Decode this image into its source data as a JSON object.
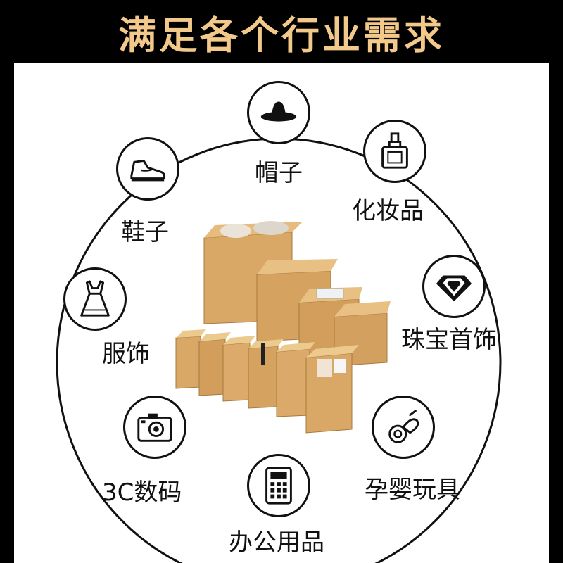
{
  "header": {
    "title": "满足各个行业需求"
  },
  "categories": [
    {
      "label": "帽子",
      "icon": "hat-icon"
    },
    {
      "label": "化妆品",
      "icon": "perfume-bottle-icon"
    },
    {
      "label": "珠宝首饰",
      "icon": "diamond-icon"
    },
    {
      "label": "孕婴玩具",
      "icon": "pacifier-icon"
    },
    {
      "label": "办公用品",
      "icon": "calculator-icon"
    },
    {
      "label": "3C数码",
      "icon": "camera-icon"
    },
    {
      "label": "服饰",
      "icon": "dress-icon"
    },
    {
      "label": "鞋子",
      "icon": "sneaker-icon"
    }
  ],
  "colors": {
    "title": "#f2c98a",
    "background": "#000000",
    "panel": "#ffffff",
    "cardboard": "#d9a866"
  }
}
